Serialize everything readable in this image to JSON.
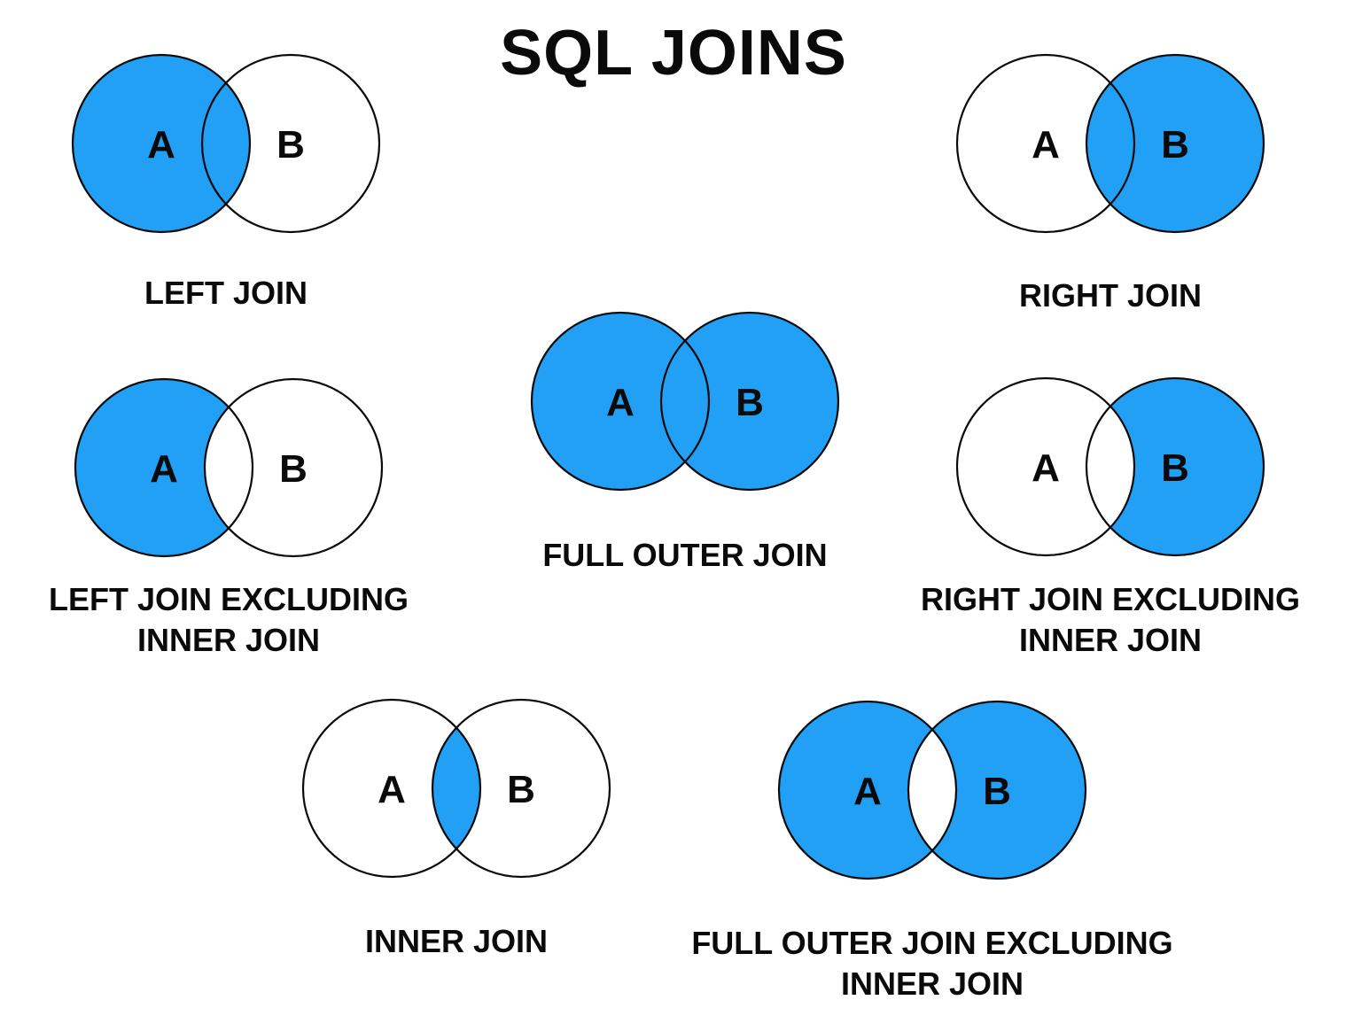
{
  "page": {
    "title": "SQL JOINS",
    "background_color": "#ffffff",
    "accent_blue": "#21a0f5",
    "outline_color": "#0a0a0a"
  },
  "diagrams": [
    {
      "id": "left-join",
      "caption_line1": "LEFT JOIN",
      "caption_line2": "",
      "set_a": "A",
      "set_b": "B",
      "fills": {
        "a": "#21a0f5",
        "b": "#ffffff",
        "lens": "#21a0f5"
      }
    },
    {
      "id": "right-join",
      "caption_line1": "RIGHT JOIN",
      "caption_line2": "",
      "set_a": "A",
      "set_b": "B",
      "fills": {
        "a": "#ffffff",
        "b": "#21a0f5",
        "lens": "#21a0f5"
      }
    },
    {
      "id": "full-outer-join",
      "caption_line1": "FULL OUTER JOIN",
      "caption_line2": "",
      "set_a": "A",
      "set_b": "B",
      "fills": {
        "a": "#21a0f5",
        "b": "#21a0f5",
        "lens": "#21a0f5"
      }
    },
    {
      "id": "left-join-excluding-inner-join",
      "caption_line1": "LEFT JOIN EXCLUDING",
      "caption_line2": "INNER JOIN",
      "set_a": "A",
      "set_b": "B",
      "fills": {
        "a": "#21a0f5",
        "b": "#ffffff",
        "lens": "#ffffff"
      }
    },
    {
      "id": "right-join-excluding-inner-join",
      "caption_line1": "RIGHT JOIN EXCLUDING",
      "caption_line2": "INNER JOIN",
      "set_a": "A",
      "set_b": "B",
      "fills": {
        "a": "#ffffff",
        "b": "#21a0f5",
        "lens": "#ffffff"
      }
    },
    {
      "id": "inner-join",
      "caption_line1": "INNER JOIN",
      "caption_line2": "",
      "set_a": "A",
      "set_b": "B",
      "fills": {
        "a": "#ffffff",
        "b": "#ffffff",
        "lens": "#21a0f5"
      }
    },
    {
      "id": "full-outer-join-excluding-inner-join",
      "caption_line1": "FULL OUTER JOIN EXCLUDING",
      "caption_line2": "INNER JOIN",
      "set_a": "A",
      "set_b": "B",
      "fills": {
        "a": "#21a0f5",
        "b": "#21a0f5",
        "lens": "#ffffff"
      }
    }
  ]
}
